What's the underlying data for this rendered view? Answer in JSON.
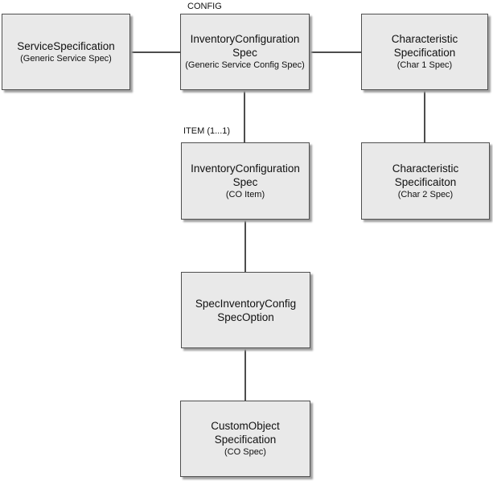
{
  "diagram": {
    "colors": {
      "background": "#ffffff",
      "box_fill": "#e9e9e9",
      "box_border": "#4f4f4f",
      "box_shadow": "#a0a0a0",
      "connector": "#4d4d4d",
      "text": "#111111"
    },
    "edge_labels": [
      {
        "text": "CONFIG"
      },
      {
        "text": "ITEM (1...1)"
      }
    ],
    "nodes": [
      {
        "title": "ServiceSpecification",
        "subtitle": "(Generic Service Spec)"
      },
      {
        "title": "InventoryConfiguration\nSpec",
        "subtitle": "(Generic Service Config Spec)"
      },
      {
        "title": "Characteristic\nSpecification",
        "subtitle": "(Char 1 Spec)"
      },
      {
        "title": "InventoryConfiguration\nSpec",
        "subtitle": "(CO Item)"
      },
      {
        "title": "Characteristic\nSpecificaiton",
        "subtitle": "(Char 2 Spec)"
      },
      {
        "title": "SpecInventoryConfig\nSpecOption",
        "subtitle": ""
      },
      {
        "title": "CustomObject\nSpecification",
        "subtitle": "(CO Spec)"
      }
    ]
  }
}
